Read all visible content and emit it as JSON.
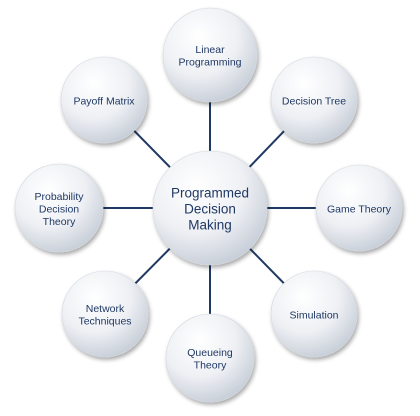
{
  "diagram": {
    "center": {
      "lines": [
        "Programmed",
        "Decision",
        "Making"
      ]
    },
    "nodes": [
      {
        "id": "linear-programming",
        "lines": [
          "Linear",
          "Programming"
        ]
      },
      {
        "id": "decision-tree",
        "lines": [
          "Decision Tree"
        ]
      },
      {
        "id": "game-theory",
        "lines": [
          "Game Theory"
        ]
      },
      {
        "id": "simulation",
        "lines": [
          "Simulation"
        ]
      },
      {
        "id": "queueing-theory",
        "lines": [
          "Queueing",
          "Theory"
        ]
      },
      {
        "id": "network-techniques",
        "lines": [
          "Network",
          "Techniques"
        ]
      },
      {
        "id": "probability-decision-theory",
        "lines": [
          "Probability",
          "Decision",
          "Theory"
        ]
      },
      {
        "id": "payoff-matrix",
        "lines": [
          "Payoff Matrix"
        ]
      }
    ],
    "colors": {
      "connector": "#1f3864",
      "text": "#1f3864",
      "circle_light": "#ffffff",
      "circle_dark": "#c5ccd6"
    }
  }
}
